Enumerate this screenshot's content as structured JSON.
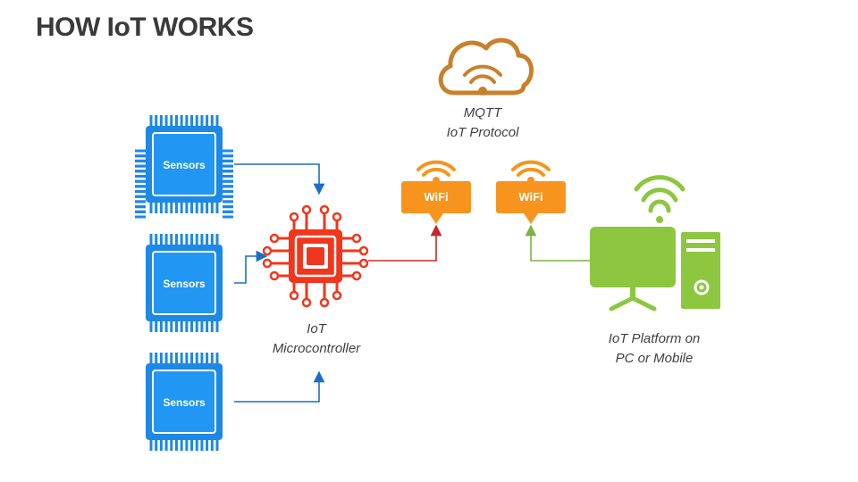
{
  "title": "HOW IoT WORKS",
  "sensors": [
    {
      "label": "Sensors"
    },
    {
      "label": "Sensors"
    },
    {
      "label": "Sensors"
    }
  ],
  "microcontroller": {
    "line1": "IoT",
    "line2": "Microcontroller"
  },
  "cloud": {
    "line1": "MQTT",
    "line2": "IoT Protocol"
  },
  "wifi": [
    {
      "label": "WiFi"
    },
    {
      "label": "WiFi"
    }
  ],
  "platform": {
    "line1": "IoT Platform on",
    "line2": "PC or Mobile"
  },
  "colors": {
    "sensor_blue": "#1e88e5",
    "sensor_fill": "#2196f3",
    "micro_red": "#f0361c",
    "wifi_orange": "#f7941d",
    "cloud_brown": "#c9802b",
    "pc_green": "#8dc63f",
    "link_blue": "#1a6fc4",
    "link_red": "#c62828",
    "link_green": "#7cb342"
  },
  "icons": [
    "sensor-chip-icon",
    "microcontroller-chip-icon",
    "cloud-wifi-icon",
    "wifi-signal-icon",
    "computer-icon"
  ]
}
